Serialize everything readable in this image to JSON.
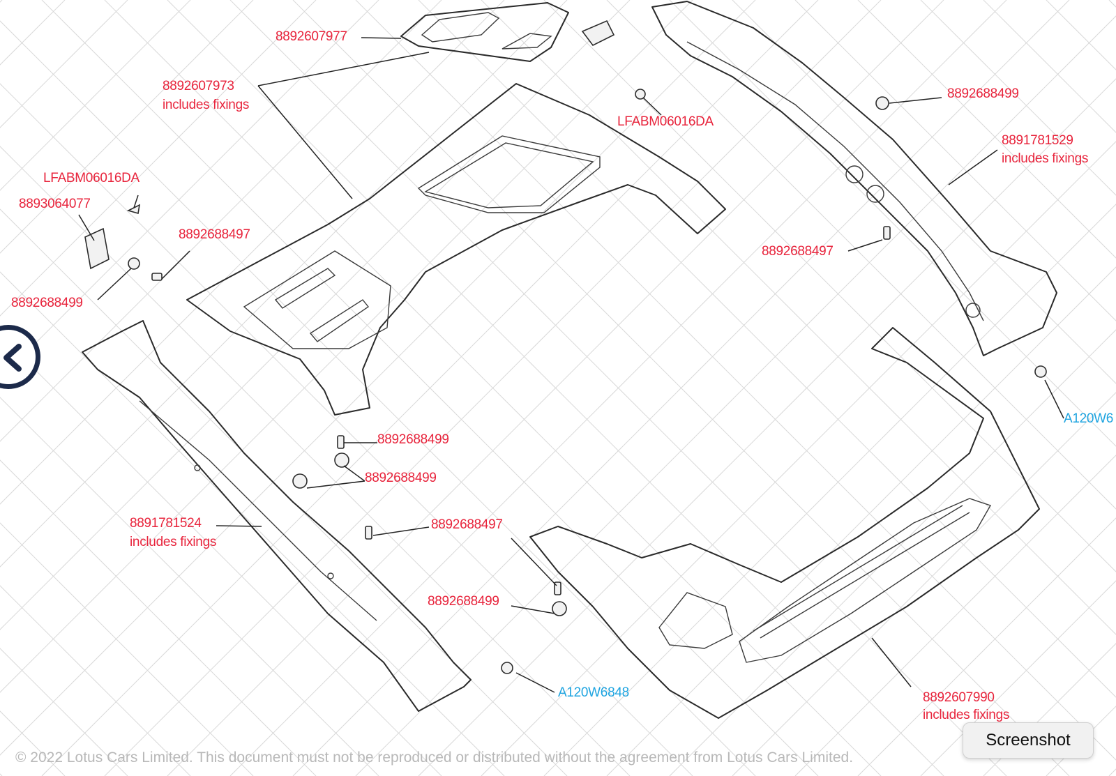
{
  "labels": {
    "top_vent": "8892607977",
    "upper_panel": "8892607973",
    "upper_panel_note": "includes fixings",
    "screw_center": "LFABM06016DA",
    "grommet_top_right": "8892688499",
    "right_pillar": "8891781529",
    "right_pillar_note": "includes fixings",
    "screw_left": "LFABM06016DA",
    "bracket_left": "8893064077",
    "pin_left": "8892688497",
    "grommet_left": "8892688499",
    "pin_right": "8892688497",
    "clip_right": "A120W6",
    "pin_mid": "8892688499",
    "grommet_mid": "8892688499",
    "left_pillar": "8891781524",
    "left_pillar_note": "includes fixings",
    "pin_lower": "8892688497",
    "grommet_lower": "8892688499",
    "clip_lower": "A120W6848",
    "lower_panel": "8892607990",
    "lower_panel_note": "includes fixings"
  },
  "footer": "© 2022 Lotus Cars Limited. This document must not be reproduced or distributed without the agreement from Lotus Cars Limited.",
  "screenshot_button": "Screenshot",
  "colors": {
    "part_number": "#e8243c",
    "clip_number": "#1ea4e0",
    "nav": "#1c2a4a"
  },
  "icons": {
    "nav": "chevron-left-icon"
  }
}
